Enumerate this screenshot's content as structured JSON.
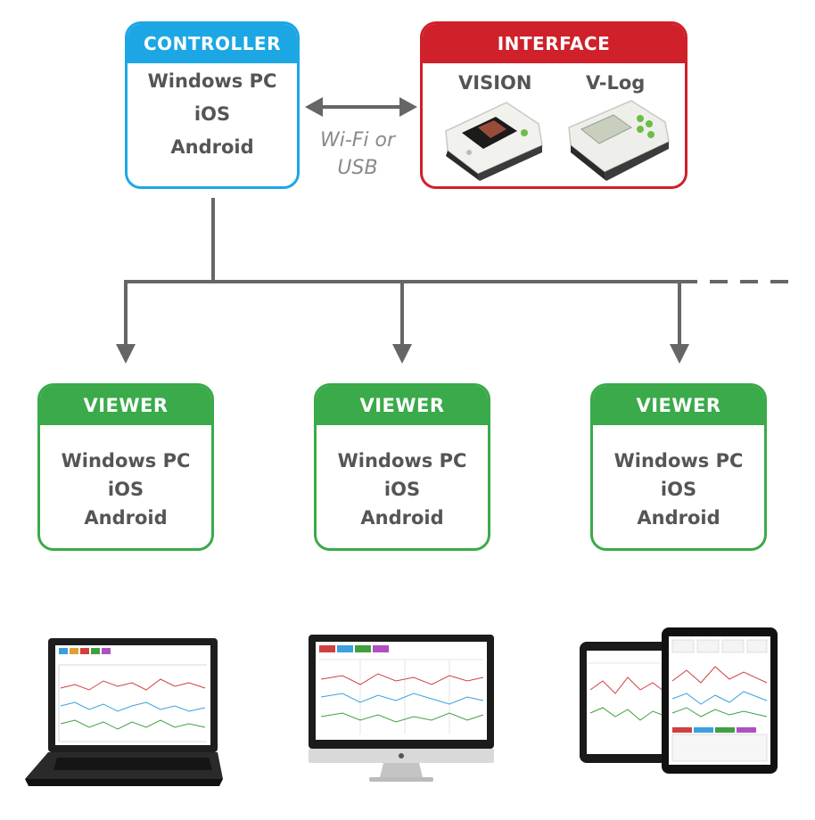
{
  "controller": {
    "title": "CONTROLLER",
    "lines": [
      "Windows PC",
      "iOS",
      "Android"
    ]
  },
  "connection": {
    "lines": [
      "Wi-Fi or",
      "USB"
    ]
  },
  "interface": {
    "title": "INTERFACE",
    "devices": [
      {
        "label": "VISION"
      },
      {
        "label": "V-Log"
      }
    ]
  },
  "viewers": [
    {
      "title": "VIEWER",
      "lines": [
        "Windows PC",
        "iOS",
        "Android"
      ]
    },
    {
      "title": "VIEWER",
      "lines": [
        "Windows PC",
        "iOS",
        "Android"
      ]
    },
    {
      "title": "VIEWER",
      "lines": [
        "Windows PC",
        "iOS",
        "Android"
      ]
    }
  ],
  "colors": {
    "controller": "#1ca7e4",
    "interface": "#d0202a",
    "viewer": "#3aaa4a",
    "wire": "#666666"
  },
  "icons": [
    "laptop-icon",
    "desktop-monitor-icon",
    "tablets-icon"
  ]
}
